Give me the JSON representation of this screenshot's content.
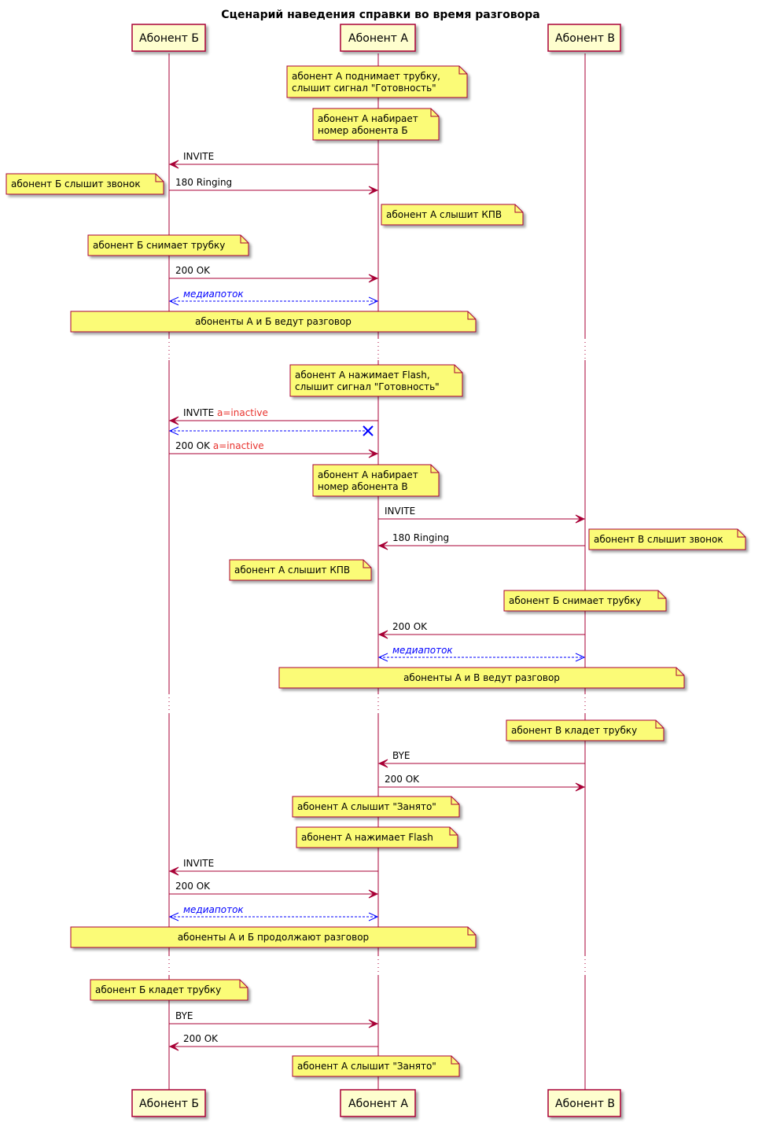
{
  "title": "Сценарий наведения справки во время разговора",
  "participants": {
    "b": "Абонент Б",
    "a": "Абонент А",
    "v": "Абонент В"
  },
  "colors": {
    "message": "#a80036",
    "media": "#0000ff",
    "sdp": "#e8322d",
    "note_fill": "#fbfb77",
    "actor_fill": "#fefece"
  },
  "steps": [
    {
      "kind": "note",
      "lines": [
        "абонент А поднимает трубку,",
        "слышит сигнал \"Готовность\""
      ]
    },
    {
      "kind": "note",
      "lines": [
        "абонент А набирает",
        "номер абонента Б"
      ]
    },
    {
      "kind": "message",
      "label": "INVITE"
    },
    {
      "kind": "message",
      "label": "180 Ringing"
    },
    {
      "kind": "note",
      "lines": [
        "абонент Б слышит звонок"
      ]
    },
    {
      "kind": "note",
      "lines": [
        "абонент А слышит КПВ"
      ]
    },
    {
      "kind": "note",
      "lines": [
        "абонент Б снимает трубку"
      ]
    },
    {
      "kind": "message",
      "label": "200 OK"
    },
    {
      "kind": "media",
      "label": "медиапоток"
    },
    {
      "kind": "note",
      "lines": [
        "абоненты А и Б ведут разговор"
      ]
    },
    {
      "kind": "note",
      "lines": [
        "абонент А нажимает Flash,",
        "слышит сигнал \"Готовность\""
      ]
    },
    {
      "kind": "message",
      "label": "INVITE",
      "extra": "a=inactive"
    },
    {
      "kind": "media-end"
    },
    {
      "kind": "message",
      "label": "200 OK",
      "extra": "a=inactive"
    },
    {
      "kind": "note",
      "lines": [
        "абонент А набирает",
        "номер абонента В"
      ]
    },
    {
      "kind": "message",
      "label": "INVITE"
    },
    {
      "kind": "message",
      "label": "180 Ringing"
    },
    {
      "kind": "note",
      "lines": [
        "абонент В слышит звонок"
      ]
    },
    {
      "kind": "note",
      "lines": [
        "абонент А слышит КПВ"
      ]
    },
    {
      "kind": "note",
      "lines": [
        "абонент Б снимает трубку"
      ]
    },
    {
      "kind": "message",
      "label": "200 OK"
    },
    {
      "kind": "media",
      "label": "медиапоток"
    },
    {
      "kind": "note",
      "lines": [
        "абоненты А и В ведут разговор"
      ]
    },
    {
      "kind": "note",
      "lines": [
        "абонент В кладет трубку"
      ]
    },
    {
      "kind": "message",
      "label": "BYE"
    },
    {
      "kind": "message",
      "label": "200 OK"
    },
    {
      "kind": "note",
      "lines": [
        "абонент А слышит \"Занято\""
      ]
    },
    {
      "kind": "note",
      "lines": [
        "абонент А нажимает Flash"
      ]
    },
    {
      "kind": "message",
      "label": "INVITE"
    },
    {
      "kind": "message",
      "label": "200 OK"
    },
    {
      "kind": "media",
      "label": "медиапоток"
    },
    {
      "kind": "note",
      "lines": [
        "абоненты А и Б продолжают разговор"
      ]
    },
    {
      "kind": "note",
      "lines": [
        "абонент Б кладет трубку"
      ]
    },
    {
      "kind": "message",
      "label": "BYE"
    },
    {
      "kind": "message",
      "label": "200 OK"
    },
    {
      "kind": "note",
      "lines": [
        "абонент А слышит \"Занято\""
      ]
    }
  ]
}
